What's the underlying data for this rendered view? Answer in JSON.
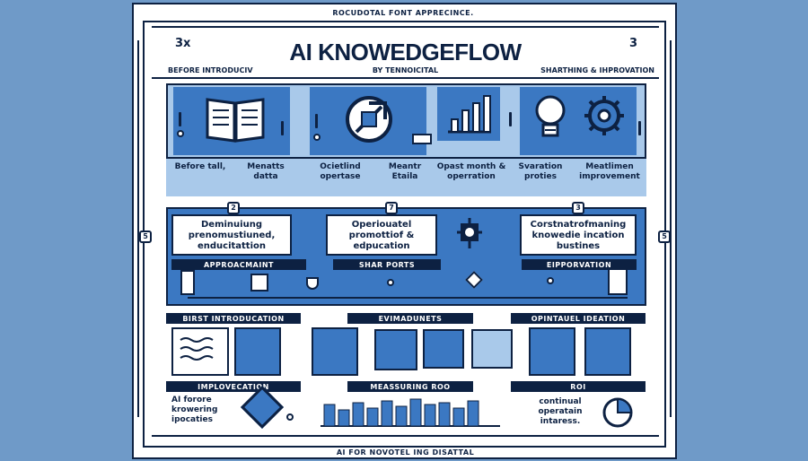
{
  "header": {
    "top_caption": "ROCUDOTAL FONT APPRECINCE.",
    "title": "AI KNOWEDGEFLOW",
    "subtitle": "BY TENNOICITAL",
    "left_mark": "3x",
    "right_mark": "3",
    "left_phase": "BEFORE INTRODUCIV",
    "right_phase": "SHARTHING & IHPROVATION"
  },
  "row1": {
    "captions": [
      "Before tall,",
      "Menatts datta",
      "Ocietlind opertase",
      "Meantr Etaila",
      "Opast month & operration",
      "Svaration proties",
      "Meatlimen improvement"
    ]
  },
  "side_markers": {
    "left": "5",
    "right": "5"
  },
  "row2": {
    "numbers": [
      "2",
      "7",
      "3"
    ],
    "cards": [
      "Deminuiung prenomustiuned, enducitattion",
      "Operiouatel promottiof & edpucation",
      "Corstnatrofmaning knowedie incation bustines"
    ],
    "banners": [
      "APPROACMAINT",
      "SHAR PORTS",
      "EIPPORVATION"
    ]
  },
  "row3": {
    "banners": [
      "BIRST INTRODUCATION",
      "EVIMADUNETS",
      "OPINTAUEL IDEATION"
    ]
  },
  "row4": {
    "banners": [
      "IMPLOVECATION",
      "MEASSURING ROO",
      "ROI"
    ],
    "left_text": "AI forore krowering ipocaties",
    "right_text": "continual operatain intaress."
  },
  "footer": {
    "text": "AI FOR NOVOTEL ING DISATTAL"
  },
  "colors": {
    "navy": "#0d2142",
    "blue": "#3b78c2",
    "light_blue": "#a9c9ea",
    "background": "#6f9ac8"
  }
}
